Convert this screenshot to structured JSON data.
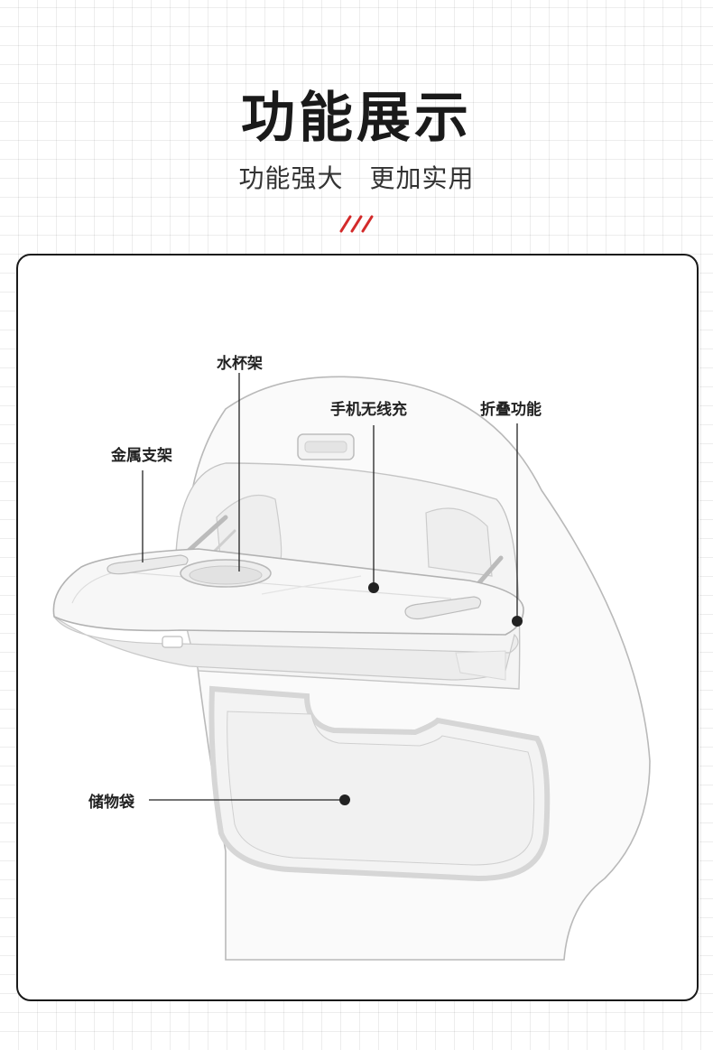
{
  "header": {
    "title": "功能展示",
    "subtitle": "功能强大　更加实用",
    "accent_color": "#d32a2a"
  },
  "callouts": {
    "cup_holder": "水杯架",
    "wireless_charging": "手机无线充",
    "folding": "折叠功能",
    "metal_bracket": "金属支架",
    "storage_bag": "储物袋"
  },
  "colors": {
    "line": "#222222",
    "outline": "#b9b9b9",
    "shell": "#fafafa",
    "pocket_border": "#d6d6d6"
  }
}
